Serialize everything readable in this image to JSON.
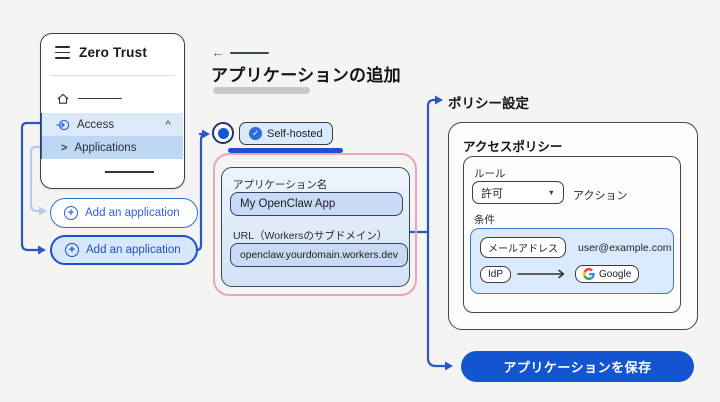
{
  "colors": {
    "accent_blue": "#2563eb",
    "save_blue": "#1355d0",
    "pink_outline": "#f0a2b7",
    "connector_blue": "#2b57c4",
    "connector_light": "#b6cbf2",
    "highlight_row": "#dce9f9",
    "highlight_row_active": "#bdd7f4"
  },
  "icons": {
    "back_arrow": "←",
    "chevron_up": "^",
    "chevron_right": ">",
    "caret_down": "▼",
    "plus": "+",
    "check": "✓"
  },
  "sidebar": {
    "title": "Zero Trust",
    "access_label": "Access",
    "applications_label": "Applications"
  },
  "add_buttons": [
    {
      "label": "Add an application"
    },
    {
      "label": "Add an application"
    }
  ],
  "main": {
    "title": "アプリケーションの追加",
    "app_type_badge": "Self-hosted"
  },
  "form": {
    "name_label": "アプリケーション名",
    "name_value": "My OpenClaw App",
    "url_label": "URL（Workersのサブドメイン）",
    "url_value": "openclaw.yourdomain.workers.dev"
  },
  "policy": {
    "heading": "ポリシー設定",
    "panel_title": "アクセスポリシー",
    "rule_label": "ルール",
    "rule_value": "許可",
    "action_label": "アクション",
    "condition_label": "条件",
    "email_condition": "メールアドレス",
    "email_value": "user@example.com",
    "idp_condition": "IdP",
    "idp_provider": "Google"
  },
  "save_button": {
    "label": "アプリケーションを保存"
  }
}
